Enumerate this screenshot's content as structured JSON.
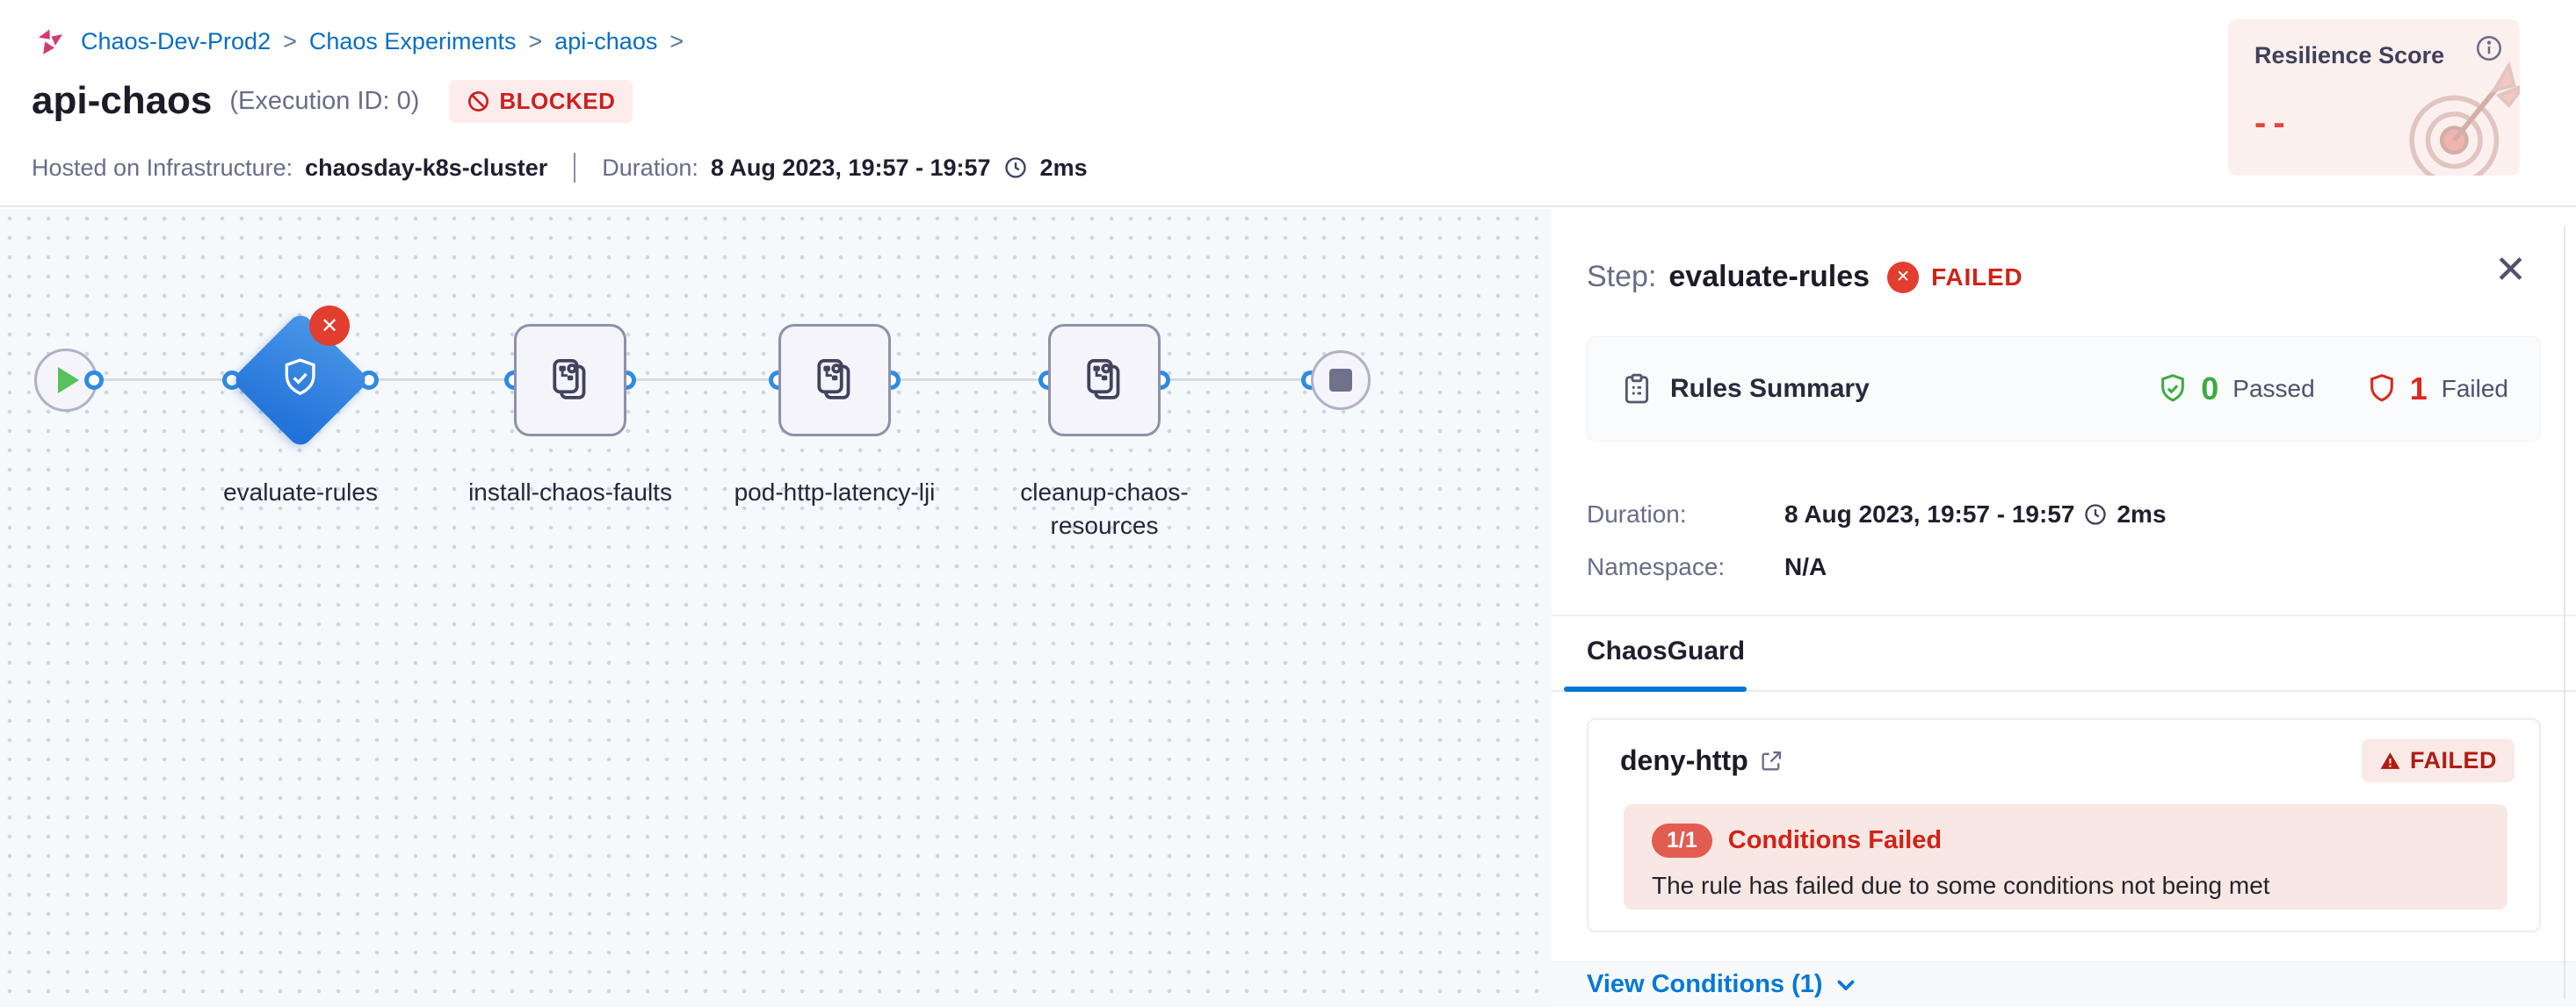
{
  "header": {
    "breadcrumb": {
      "item1": "Chaos-Dev-Prod2",
      "item2": "Chaos Experiments",
      "item3": "api-chaos",
      "separator": ">"
    },
    "title": "api-chaos",
    "execution_id": "(Execution ID: 0)",
    "status_badge": "BLOCKED",
    "infra": {
      "label": "Hosted on Infrastructure:",
      "value": "chaosday-k8s-cluster"
    },
    "duration": {
      "label": "Duration:",
      "value": "8 Aug 2023, 19:57 - 19:57",
      "elapsed": "2ms"
    },
    "resilience": {
      "title": "Resilience Score",
      "value": "--"
    }
  },
  "canvas": {
    "nodes": [
      {
        "label": "evaluate-rules",
        "type": "chaosguard-diamond",
        "status": "failed"
      },
      {
        "label": "install-chaos-faults",
        "type": "step"
      },
      {
        "label": "pod-http-latency-lji",
        "type": "step"
      },
      {
        "label": "cleanup-chaos-resources",
        "type": "step"
      }
    ],
    "fail_glyph": "✕"
  },
  "panel": {
    "step": {
      "label": "Step:",
      "name": "evaluate-rules",
      "status": "FAILED",
      "fail_glyph": "✕"
    },
    "close_glyph": "✕",
    "rules_summary": {
      "title": "Rules Summary",
      "passed_count": "0",
      "passed_label": "Passed",
      "failed_count": "1",
      "failed_label": "Failed"
    },
    "duration": {
      "label": "Duration:",
      "value": "8 Aug 2023, 19:57 - 19:57",
      "elapsed": "2ms"
    },
    "namespace": {
      "label": "Namespace:",
      "value": "N/A"
    },
    "tab": "ChaosGuard",
    "rule": {
      "name": "deny-http",
      "status": "FAILED",
      "conditions_badge": "1/1",
      "conditions_title": "Conditions Failed",
      "conditions_message": "The rule has failed due to some conditions not being met"
    },
    "footer": {
      "view_conditions": "View Conditions (1)"
    }
  },
  "colors": {
    "accent_blue": "#0278d5",
    "error_red": "#da291d",
    "success_green": "#3eaa44",
    "diamond_blue": "#2b7de0",
    "resilience_bg": "#fcf0ee",
    "canvas_bg": "#f5f9fb"
  }
}
